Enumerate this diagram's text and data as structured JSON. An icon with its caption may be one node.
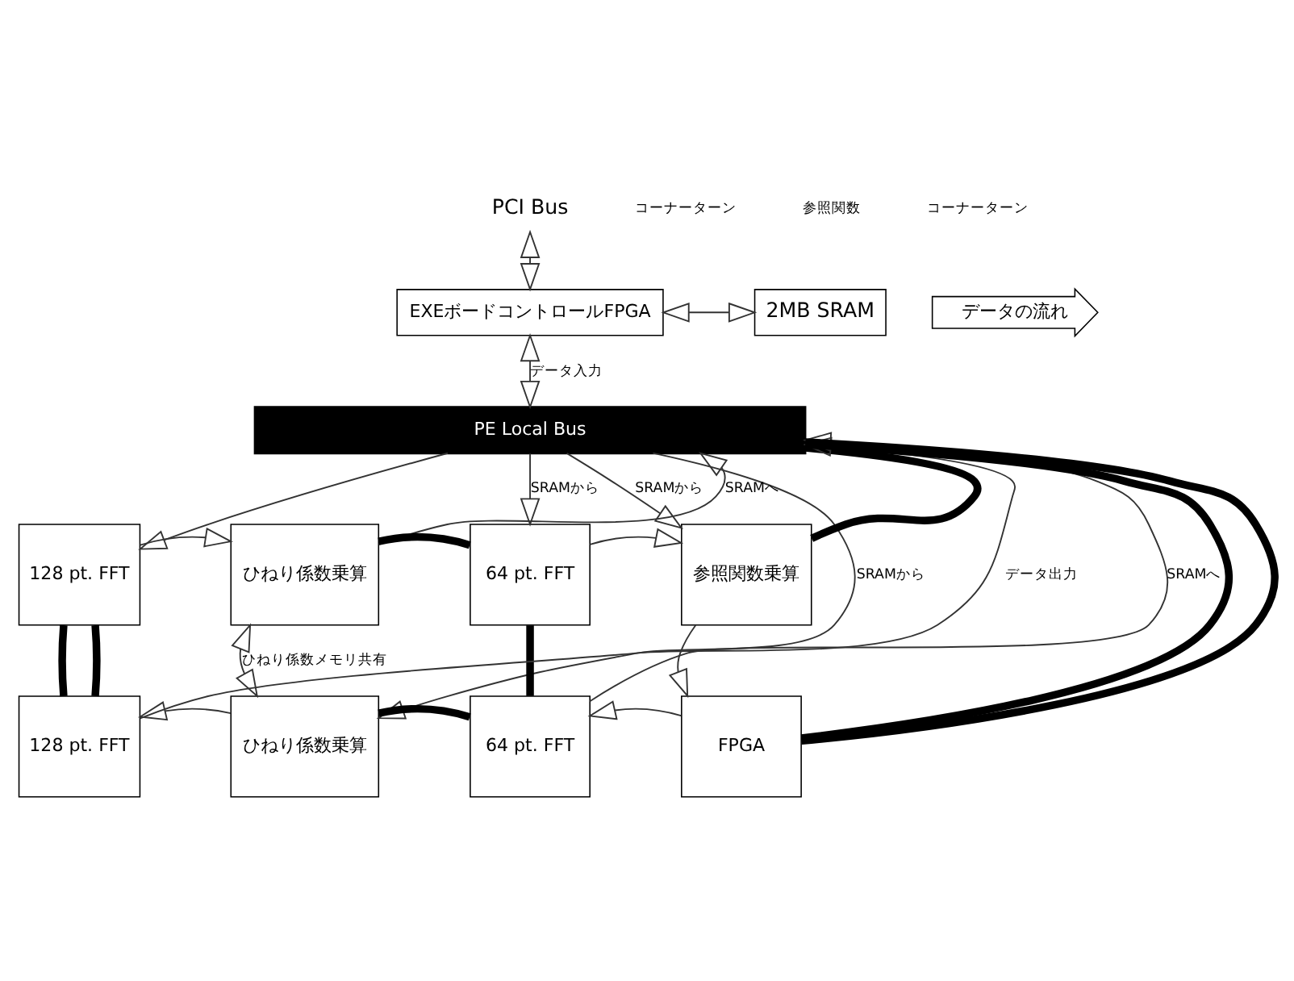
{
  "diagram": {
    "nodes": [
      {
        "text": [
          "PCI Bus"
        ]
      },
      {
        "text": [
          "EXEボードコントロールFPGA"
        ]
      },
      {
        "text": [
          "2MB SRAM"
        ]
      },
      {
        "text": [
          "PE Local Bus"
        ]
      },
      {
        "text": [
          "128 pt. FFT"
        ]
      },
      {
        "text": [
          "ひねり係数乗算"
        ]
      },
      {
        "text": [
          "64 pt. FFT"
        ]
      },
      {
        "text": [
          "参照関数乗算"
        ]
      },
      {
        "text": [
          "128 pt. FFT"
        ]
      },
      {
        "text": [
          "ひねり係数乗算"
        ]
      },
      {
        "text": [
          "64 pt. FFT"
        ]
      },
      {
        "text": [
          "FPGA"
        ]
      }
    ],
    "edges": [
      {
        "from": 0,
        "to": 1,
        "arrow": "both"
      },
      {
        "from": 1,
        "to": 2,
        "arrow": "both"
      },
      {
        "from": 1,
        "to": 3,
        "arrow": "both",
        "label": "データ入力"
      },
      {
        "from": 3,
        "to": 4,
        "arrow": "to"
      },
      {
        "from": 5,
        "to": 3,
        "arrow": "to",
        "label": "SRAMへ"
      },
      {
        "from": 3,
        "to": 6,
        "arrow": "to",
        "label": "SRAMから"
      },
      {
        "from": 3,
        "to": 7,
        "arrow": "to",
        "label": "SRAMから"
      },
      {
        "from": 4,
        "to": 5,
        "arrow": "to"
      },
      {
        "from": 6,
        "to": 7,
        "arrow": "to"
      },
      {
        "from": 7,
        "to": 11,
        "arrow": "to"
      },
      {
        "from": 11,
        "to": 10,
        "arrow": "to"
      },
      {
        "from": 9,
        "to": 8,
        "arrow": "to"
      },
      {
        "from": 5,
        "to": 9,
        "arrow": "both",
        "label": "ひねり係数メモリ共有"
      },
      {
        "from": 8,
        "to": 3,
        "arrow": "to",
        "label": "データ出力"
      },
      {
        "from": 3,
        "to": 9,
        "arrow": "to",
        "label": "SRAMから"
      },
      {
        "from": 10,
        "to": 3,
        "arrow": "to",
        "label": "SRAMへ"
      },
      {
        "from": 4,
        "to": 8,
        "arrow": "none",
        "style": "thick"
      },
      {
        "from": 4,
        "to": 8,
        "arrow": "none",
        "style": "thick"
      },
      {
        "from": 5,
        "to": 6,
        "arrow": "none",
        "style": "thick"
      },
      {
        "from": 6,
        "to": 10,
        "arrow": "none",
        "style": "thick"
      },
      {
        "from": 9,
        "to": 10,
        "arrow": "none",
        "style": "thick"
      },
      {
        "from": 7,
        "to": 3,
        "arrow": "none",
        "style": "thick"
      },
      {
        "from": 11,
        "to": 3,
        "arrow": "none",
        "style": "thick"
      },
      {
        "from": 11,
        "to": 3,
        "arrow": "none",
        "style": "thick"
      }
    ],
    "labels": [
      "コーナーターン",
      "参照関数",
      "コーナーターン"
    ],
    "legend": [
      {
        "text": "データの流れ"
      }
    ]
  }
}
